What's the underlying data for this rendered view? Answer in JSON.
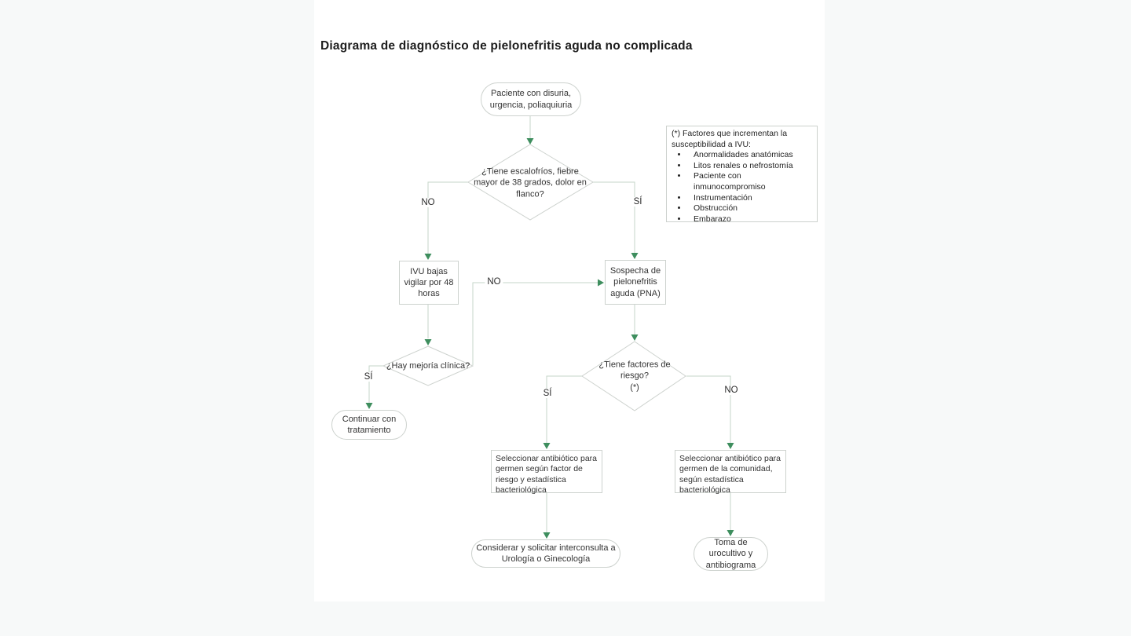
{
  "title": "Diagrama de diagnóstico de pielonefritis aguda no complicada",
  "colors": {
    "arrowhead_green": "#3e8e5e",
    "connector_line": "#c5d6c9",
    "shape_border": "#cdd2ce"
  },
  "nodes": {
    "start": {
      "text": "Paciente con disuria, urgencia, poliaquiuria"
    },
    "fever_question": {
      "text": "¿Tiene escalofríos, fiebre mayor de 38 grados, dolor en flanco?"
    },
    "ivu_low": {
      "text": "IVU  bajas vigilar por 48 horas"
    },
    "pna_suspicion": {
      "text": "Sospecha de pielonefritis aguda (PNA)"
    },
    "improvement_question": {
      "text": "¿Hay mejoría clínica?"
    },
    "continue_treatment": {
      "text": "Continuar con tratamiento"
    },
    "risk_question": {
      "text": "¿Tiene factores de riesgo?\n(*)"
    },
    "antibiotic_risk": {
      "text": "Seleccionar antibiótico para germen según factor de riesgo y estadística bacteriológica"
    },
    "antibiotic_community": {
      "text": "Seleccionar antibiótico para germen de la comunidad, según estadística bacteriológica"
    },
    "interconsult": {
      "text": "Considerar y solicitar interconsulta a Urología o Ginecología"
    },
    "urine_culture": {
      "text": "Toma de urocultivo y antibiograma"
    }
  },
  "edges": {
    "fever_no": "NO",
    "fever_si": "SÍ",
    "improvement_no": "NO",
    "improvement_si": "SÍ",
    "risk_si": "SÍ",
    "risk_no": "NO"
  },
  "note": {
    "heading": "(*) Factores que incrementan la susceptibilidad a IVU:",
    "items": [
      "Anormalidades anatómicas",
      "Litos renales o nefrostomía",
      "Paciente con inmunocompromiso",
      "Instrumentación",
      "Obstrucción",
      "Embarazo"
    ]
  }
}
